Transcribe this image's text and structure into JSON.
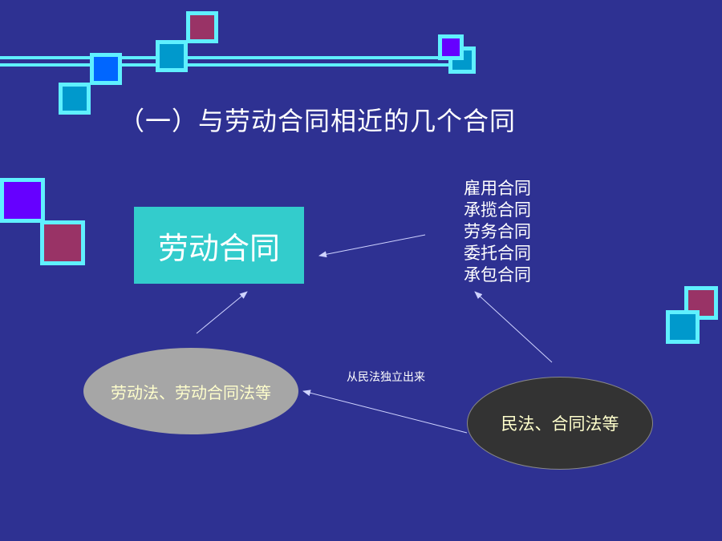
{
  "title": "（一）与劳动合同相近的几个合同",
  "main_box": {
    "label": "劳动合同",
    "color": "#33cccc"
  },
  "related_contracts": [
    "雇用合同",
    "承揽合同",
    "劳务合同",
    "委托合同",
    "承包合同"
  ],
  "labor_law": {
    "label": "劳动法、劳动合同法等",
    "color": "#a6a6a6"
  },
  "civil_law": {
    "label": "民法、合同法等",
    "color": "#333333"
  },
  "relation_label": "从民法独立出来",
  "colors": {
    "background": "#2e3192",
    "accent_line": "#5ff0ff",
    "square_teal": "#0099cc",
    "square_blue": "#0066ff",
    "square_maroon": "#993366",
    "square_violet": "#6600ff",
    "arrow": "#cfd3ff"
  }
}
